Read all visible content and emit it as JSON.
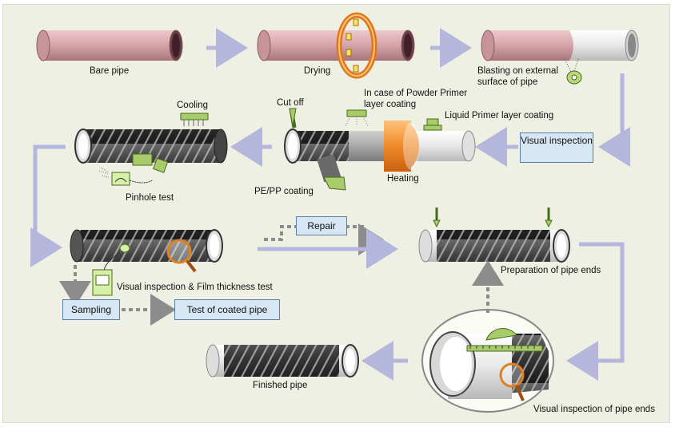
{
  "labels": {
    "bare_pipe": "Bare pipe",
    "drying": "Drying",
    "blasting": "Blasting on external surface of pipe",
    "cooling": "Cooling",
    "cut_off": "Cut off",
    "powder_primer": "In case of Powder Primer layer coating",
    "liquid_primer": "Liquid Primer layer coating",
    "pinhole_test": "Pinhole test",
    "pe_pp_coating": "PE/PP coating",
    "heating": "Heating",
    "visual_film": "Visual inspection & Film thickness test",
    "prep_ends": "Preparation of pipe ends",
    "finished_pipe": "Finished pipe",
    "visual_ends": "Visual inspection of pipe ends"
  },
  "boxes": {
    "visual_inspection": "Visual inspection",
    "repair": "Repair",
    "sampling": "Sampling",
    "test_coated": "Test of coated pipe"
  },
  "colors": {
    "background": "#eef0e4",
    "bare_pipe": "#d4a0a8",
    "coated_pipe": "#3a3a3a",
    "arrow": "#b4b6dc",
    "dashed_arrow": "#8c8c8c",
    "box_fill": "#d6e6f4",
    "heating_ring": "#f08a2a",
    "equipment_green": "#a8cc6a"
  }
}
